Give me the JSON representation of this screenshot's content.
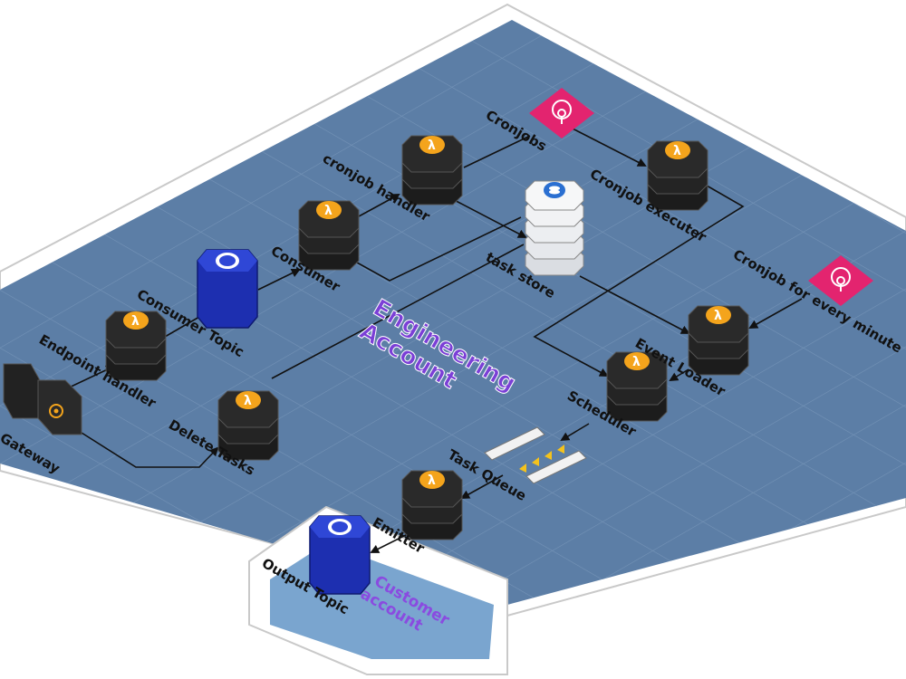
{
  "diagram": {
    "engineering_account_label": "Engineering Account",
    "customer_account_label": "Customer account",
    "nodes": {
      "api_gateway": "API Gateway",
      "endpoint_handler": "Endpoint handler",
      "consumer_topic": "Consumer Topic",
      "consumer": "Consumer",
      "cronjob_handler": "cronjob handler",
      "cronjobs": "Cronjobs",
      "cronjob_executer": "Cronjob executer",
      "task_store": "task store",
      "cronjob_every_minute": "Cronjob for every minute",
      "event_loader": "Event Loader",
      "scheduler": "Scheduler",
      "task_queue": "Task Queue",
      "emitter": "Emitter",
      "delete_tasks": "Delete Tasks",
      "output_topic": "Output Topic"
    },
    "icons": {
      "lambda": "lambda-icon",
      "cloudwatch_events": "cloudwatch-events-icon",
      "dynamodb": "database-icon",
      "sns_topic": "sns-topic-icon",
      "api_gateway": "api-gateway-icon",
      "sqs_queue": "queue-icon"
    },
    "colors": {
      "engineering_area": "#5c7ea6",
      "customer_area": "#7aa5cf",
      "lambda_body": "#1c1c1c",
      "lambda_badge": "#f4a41c",
      "cron": "#e3246f",
      "topic": "#1d2fb0",
      "store": "#e9ebee",
      "account_label": "#7b3fd6"
    }
  }
}
